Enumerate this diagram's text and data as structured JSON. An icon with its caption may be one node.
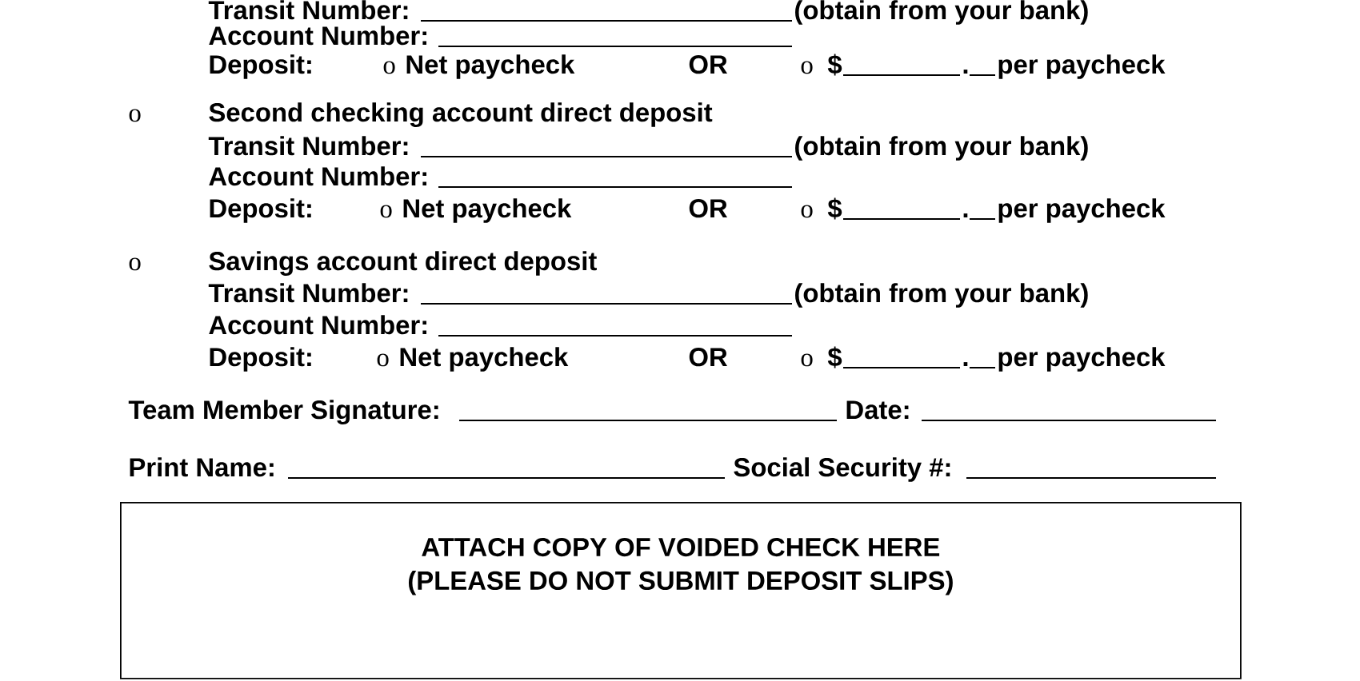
{
  "diagram": {
    "nodes": [
      {
        "text": [
          "ATTACH COPY OF VOIDED CHECK HERE",
          "(PLEASE DO NOT SUBMIT DEPOSIT SLIPS)"
        ]
      }
    ],
    "edges": [],
    "labels": [
      "Transit Number:",
      "(obtain from your bank)",
      "Account Number:",
      "Deposit:",
      "o",
      "Net paycheck",
      "OR",
      "o",
      "$",
      ".",
      "per paycheck",
      "o",
      "Second checking account direct deposit",
      "Transit Number:",
      "(obtain from your bank)",
      "Account Number:",
      "Deposit:",
      "o",
      "Net paycheck",
      "OR",
      "o",
      "$",
      ".",
      "per paycheck",
      "o",
      "Savings account direct deposit",
      "Transit Number:",
      "(obtain from your bank)",
      "Account Number:",
      "Deposit:",
      "o",
      "Net paycheck",
      "OR",
      "o",
      "$",
      ".",
      "per paycheck",
      "Team Member Signature:",
      "Date:",
      "Print Name:",
      "Social Security #:"
    ]
  }
}
